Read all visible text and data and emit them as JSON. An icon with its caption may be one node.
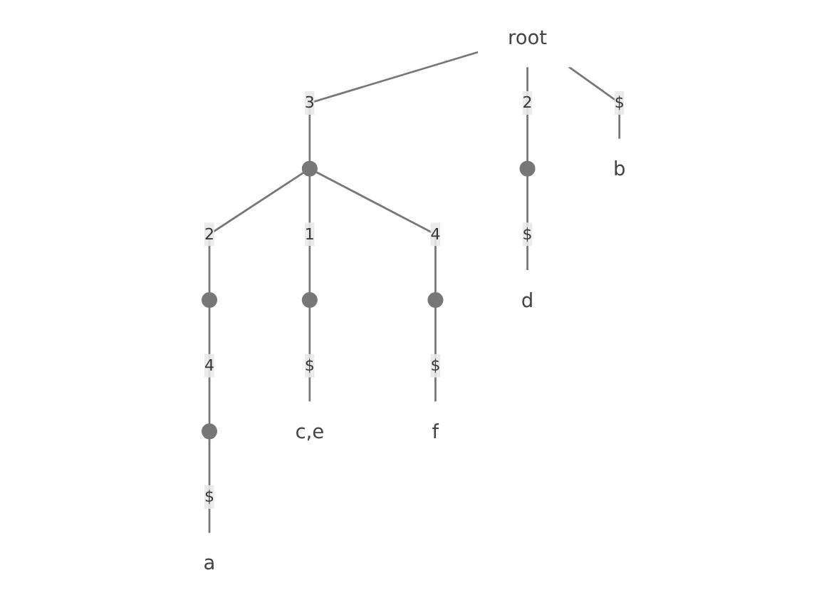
{
  "diagram": {
    "nodes": [
      {
        "text": [
          "root"
        ]
      },
      {
        "text": [],
        "shape": "circle"
      },
      {
        "text": [],
        "shape": "circle"
      },
      {
        "text": [],
        "shape": "circle"
      },
      {
        "text": [
          "a"
        ]
      },
      {
        "text": [],
        "shape": "circle"
      },
      {
        "text": [
          "c,e"
        ]
      },
      {
        "text": [],
        "shape": "circle"
      },
      {
        "text": [
          "f"
        ]
      },
      {
        "text": [],
        "shape": "circle"
      },
      {
        "text": [
          "d"
        ]
      },
      {
        "text": [
          "b"
        ]
      }
    ],
    "edges": [
      {
        "from": 0,
        "to": 1,
        "arrow": "none",
        "label": "3"
      },
      {
        "from": 1,
        "to": 2,
        "arrow": "none",
        "label": "2"
      },
      {
        "from": 2,
        "to": 3,
        "arrow": "none",
        "label": "4"
      },
      {
        "from": 3,
        "to": 4,
        "arrow": "none",
        "label": "$"
      },
      {
        "from": 1,
        "to": 5,
        "arrow": "none",
        "label": "1"
      },
      {
        "from": 5,
        "to": 6,
        "arrow": "none",
        "label": "$"
      },
      {
        "from": 1,
        "to": 7,
        "arrow": "none",
        "label": "4"
      },
      {
        "from": 7,
        "to": 8,
        "arrow": "none",
        "label": "$"
      },
      {
        "from": 0,
        "to": 9,
        "arrow": "none",
        "label": "2"
      },
      {
        "from": 9,
        "to": 10,
        "arrow": "none",
        "label": "$"
      },
      {
        "from": 0,
        "to": 11,
        "arrow": "none",
        "label": "$"
      }
    ]
  }
}
